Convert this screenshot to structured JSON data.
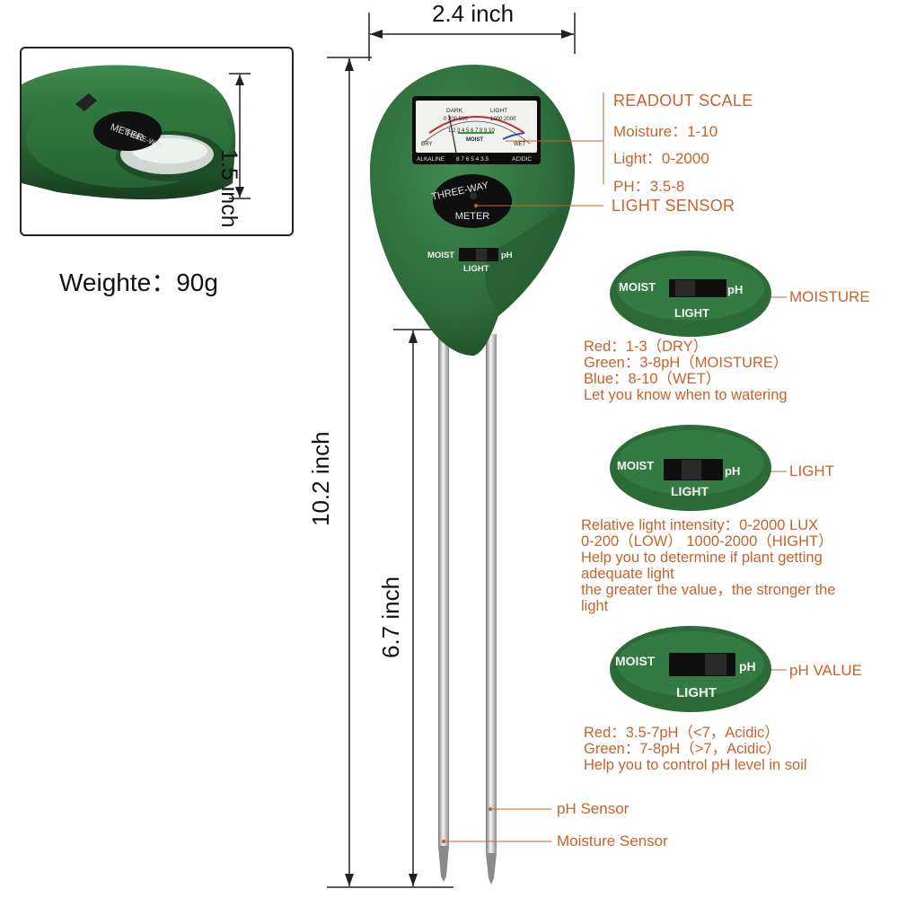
{
  "inset": {
    "badge_text": "METER",
    "badge_text2": "THREE-WAY",
    "height_label": "1.5 inch"
  },
  "weight_label": "Weighte：90g",
  "dimensions": {
    "width": "2.4 inch",
    "total_height": "10.2 inch",
    "probe_length": "6.7 inch"
  },
  "meter": {
    "dial_dark": "DARK",
    "dial_light": "LIGHT",
    "dial_light_ticks": "0 200 500",
    "dial_light_ticks_hi": "1000 2000",
    "dial_moist_ticks": "1 2 3 4 5 6 7 8 9 10",
    "dial_dry": "DRY",
    "dial_moist": "MOIST",
    "dial_wet": "WET",
    "dial_alkaline": "ALKALINE",
    "dial_ph_ticks": "8 7 6 5 4 3.5",
    "dial_acidic": "ACIDIC",
    "logo_line1": "THREE-WAY",
    "logo_line2": "METER",
    "switch_moist": "MOIST",
    "switch_ph": "pH",
    "switch_light": "LIGHT"
  },
  "callouts": {
    "readout_scale": "READOUT SCALE",
    "moisture_range": "Moisture：1-10",
    "light_range": "Light：0-2000",
    "ph_range": "PH：3.5-8",
    "light_sensor": "LIGHT SENSOR",
    "ph_sensor": "pH Sensor",
    "moisture_sensor": "Moisture Sensor"
  },
  "modes": [
    {
      "moist": "MOIST",
      "ph": "pH",
      "light": "LIGHT",
      "tag": "MOISTURE",
      "notes": [
        "Red：1-3（DRY）",
        "Green：3-8pH（MOISTURE）",
        "Blue：8-10（WET）",
        "Let you know when to watering"
      ]
    },
    {
      "moist": "MOIST",
      "ph": "pH",
      "light": "LIGHT",
      "tag": "LIGHT",
      "notes": [
        "Relative light intensity：0-2000 LUX",
        "0-200（LOW）   1000-2000（HIGHT）",
        "Help you to determine if plant getting",
        "adequate light",
        "the greater the value，the stronger the",
        "light"
      ]
    },
    {
      "moist": "MOIST",
      "ph": "pH",
      "light": "LIGHT",
      "tag": "pH VALUE",
      "notes": [
        "Red：3.5-7pH（<7，Acidic）",
        "Green：7-8pH（>7，Acidic）",
        "Help you to control pH level in soil"
      ]
    }
  ],
  "colors": {
    "body_green": "#2f6e3c",
    "accent_orange": "#c8622a"
  }
}
